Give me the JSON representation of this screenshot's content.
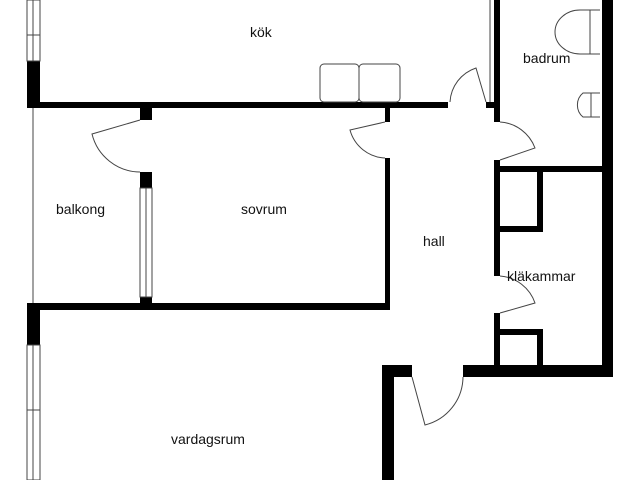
{
  "floorplan": {
    "rooms": {
      "kok": "kök",
      "badrum": "badrum",
      "balkong": "balkong",
      "sovrum": "sovrum",
      "hall": "hall",
      "kladkammar": "kläkammar",
      "vardagsrum": "vardagsrum"
    },
    "colors": {
      "wall": "#000000",
      "line": "#333333",
      "background": "#ffffff"
    }
  }
}
